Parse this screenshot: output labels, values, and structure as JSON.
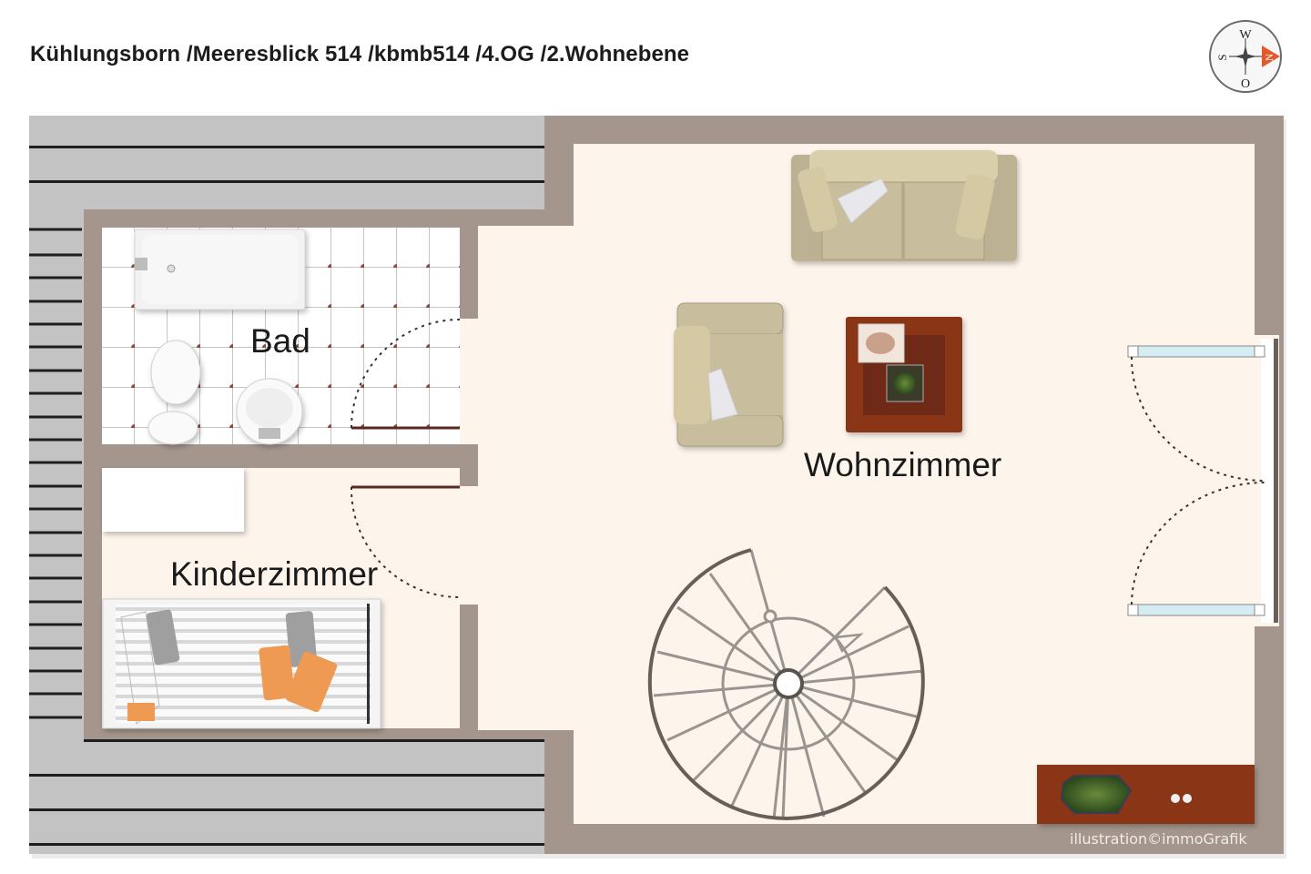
{
  "header": {
    "title": "Kühlungsborn /Meeresblick 514 /kbmb514 /4.OG /2.Wohnebene"
  },
  "compass": {
    "letters": {
      "top": "W",
      "left": "S",
      "bottom": "O",
      "right": "N"
    },
    "needle_color": "#e2572b"
  },
  "rooms": [
    {
      "id": "bad",
      "label": "Bad"
    },
    {
      "id": "kinderzimmer",
      "label": "Kinderzimmer"
    },
    {
      "id": "wohnzimmer",
      "label": "Wohnzimmer"
    }
  ],
  "footer": {
    "credit": "illustration©immoGrafik"
  },
  "colors": {
    "wall": "#a4968c",
    "floor": "#fdf5ec",
    "terrace": "#c3c3c3",
    "terrace_line": "#1e1e1e",
    "tile_dot": "#8a4a3c",
    "wood": "#8a3418",
    "sofa": "#c5bb9b",
    "stair": "#9a9490",
    "window_glass": "#d5ecf2"
  }
}
